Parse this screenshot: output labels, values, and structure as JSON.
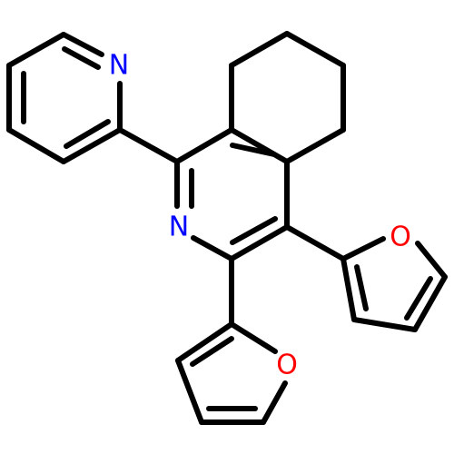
{
  "molecule": {
    "atom_labels": {
      "pyridine_n": "N",
      "isoquinoline_n": "N",
      "furan_top_o": "O",
      "furan_bottom_o": "O"
    },
    "colors": {
      "bond": "#000000",
      "nitrogen": "#0000ff",
      "oxygen": "#ff0000",
      "background": "#ffffff"
    }
  }
}
